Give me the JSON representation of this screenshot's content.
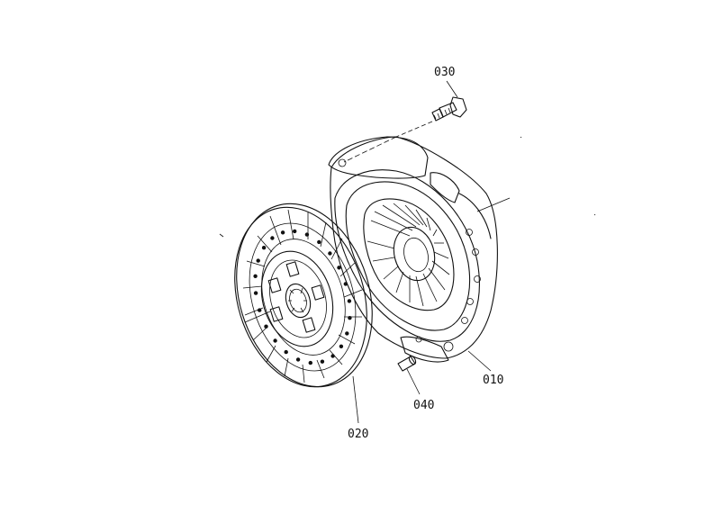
{
  "diagram": {
    "parts": [
      {
        "id": "clutch-cover",
        "label": "010"
      },
      {
        "id": "clutch-disc",
        "label": "020"
      },
      {
        "id": "bolt",
        "label": "030"
      },
      {
        "id": "pin",
        "label": "040"
      }
    ]
  }
}
